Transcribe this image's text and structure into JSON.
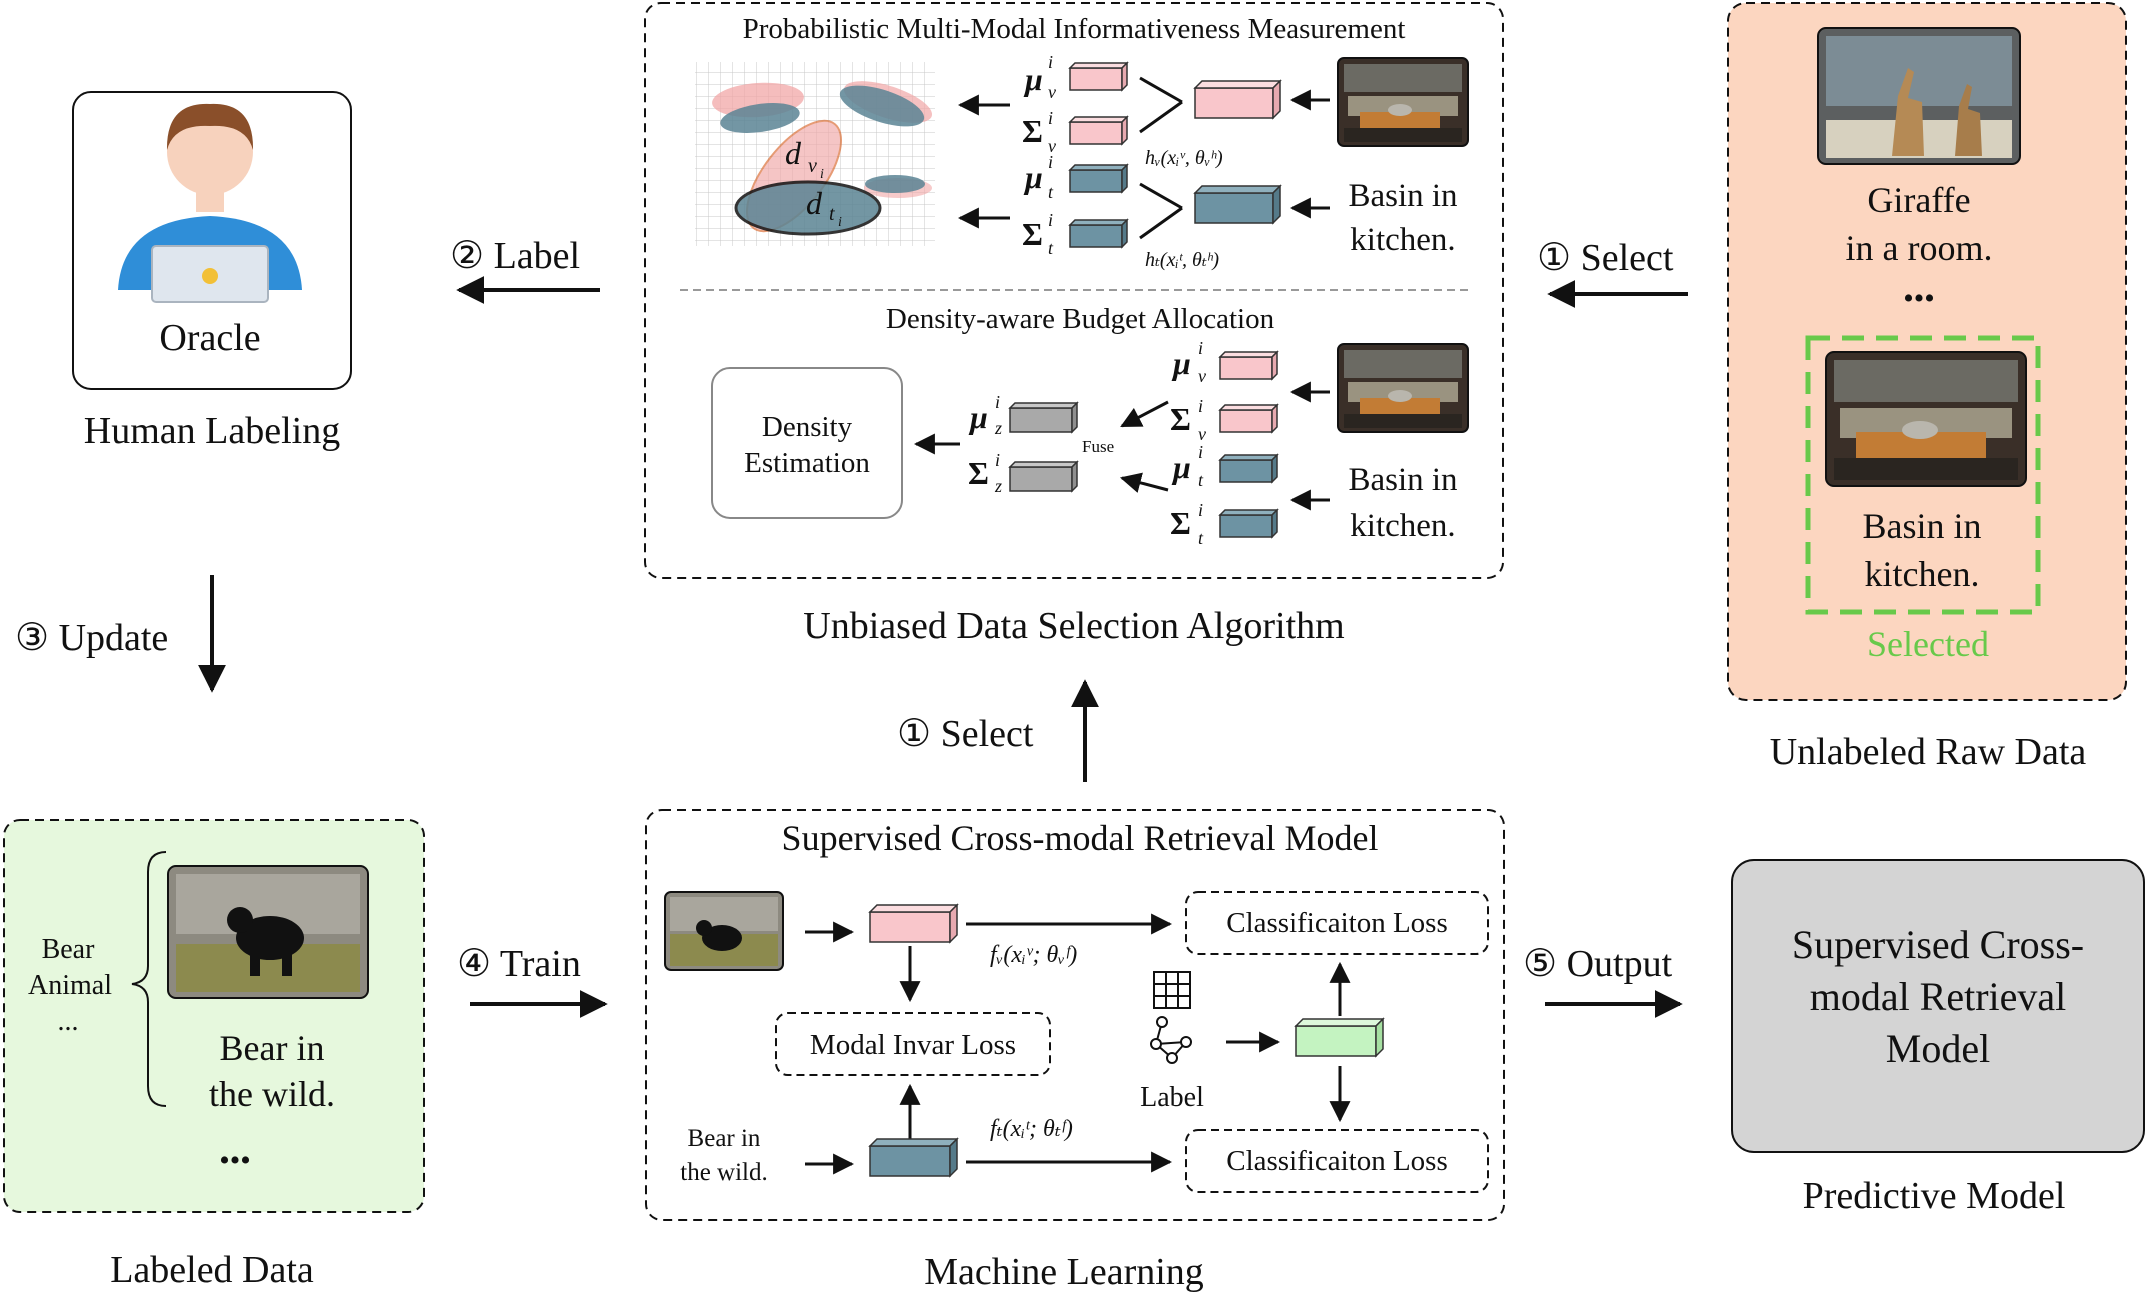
{
  "colors": {
    "pink_block": "#f9c6cb",
    "teal_block": "#6d93a3",
    "gray_block": "#a9a9a9",
    "green_block": "#c4f3c1",
    "labeled_bg": "#e6f8dd",
    "unlabeled_bg": "#fcd6c0",
    "predictive_bg": "#d4d4d4",
    "selected_green": "#68c94a"
  },
  "oracle": {
    "label": "Oracle",
    "caption": "Human Labeling"
  },
  "steps": {
    "label": "② Label",
    "select_right": "① Select",
    "update": "③ Update",
    "select_up": "① Select",
    "train": "④ Train",
    "output": "⑤ Output"
  },
  "selection": {
    "title": "Probabilistic Multi-Modal Informativeness Measurement",
    "density_title": "Density-aware Budget Allocation",
    "density_box": [
      "Density",
      "Estimation"
    ],
    "fuse": "Fuse",
    "caption": "Unbiased Data Selection Algorithm",
    "basin_text": [
      "Basin in",
      "kitchen."
    ],
    "d_v": "d",
    "d_t": "d",
    "h_v": "hᵥ(xᵢᵛ, θᵥʰ)",
    "h_t": "hₜ(xᵢᵗ, θₜʰ)",
    "mu": "μ",
    "sigma": "Σ"
  },
  "unlabeled": {
    "giraffe_text": [
      "Giraffe",
      "in a room."
    ],
    "ellipsis": "•••",
    "basin_text": [
      "Basin in",
      "kitchen."
    ],
    "selected": "Selected",
    "caption": "Unlabeled Raw Data"
  },
  "labeled": {
    "tags": [
      "Bear",
      "Animal",
      "..."
    ],
    "text": [
      "Bear in",
      "the wild."
    ],
    "ellipsis": "•••",
    "caption": "Labeled Data"
  },
  "ml": {
    "title": "Supervised Cross-modal Retrieval Model",
    "class_loss_top": "Classificaiton Loss",
    "class_loss_bottom": "Classificaiton Loss",
    "modal_loss": "Modal Invar Loss",
    "label": "Label",
    "bear_text": [
      "Bear in",
      "the wild."
    ],
    "f_v": "fᵥ(xᵢᵛ; θᵥᶠ)",
    "f_t": "fₜ(xᵢᵗ; θₜᶠ)",
    "caption": "Machine Learning"
  },
  "predictive": {
    "text": [
      "Supervised Cross-",
      "modal Retrieval",
      "Model"
    ],
    "caption": "Predictive Model"
  }
}
